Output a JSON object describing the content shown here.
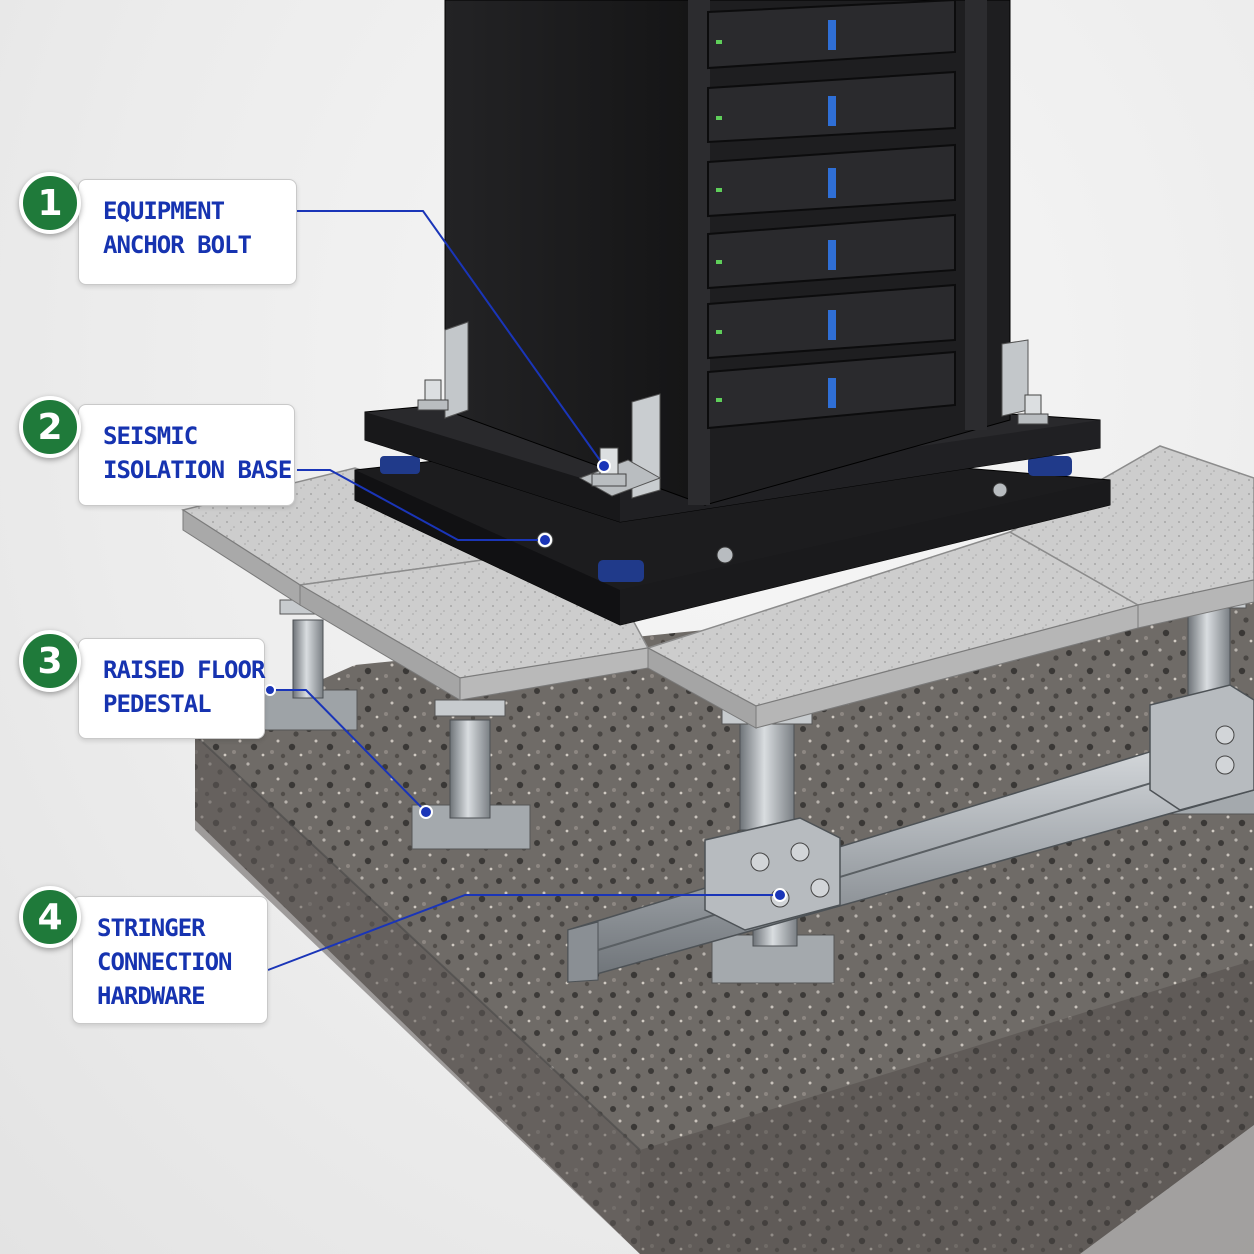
{
  "colors": {
    "badge_green": "#1f7a3a",
    "label_blue": "#1633b0",
    "leader_blue": "#1a35b8",
    "rack_black": "#1b1b1d",
    "floor_tile": "#cfcfcf",
    "concrete": "#6e6a66"
  },
  "callouts": [
    {
      "number": "1",
      "lines": [
        "EQUIPMENT",
        "ANCHOR BOLT"
      ]
    },
    {
      "number": "2",
      "lines": [
        "SEISMIC",
        "ISOLATION BASE"
      ]
    },
    {
      "number": "3",
      "lines": [
        "RAISED FLOOR",
        "PEDESTAL"
      ]
    },
    {
      "number": "4",
      "lines": [
        "STRINGER",
        "CONNECTION",
        "HARDWARE"
      ]
    }
  ]
}
